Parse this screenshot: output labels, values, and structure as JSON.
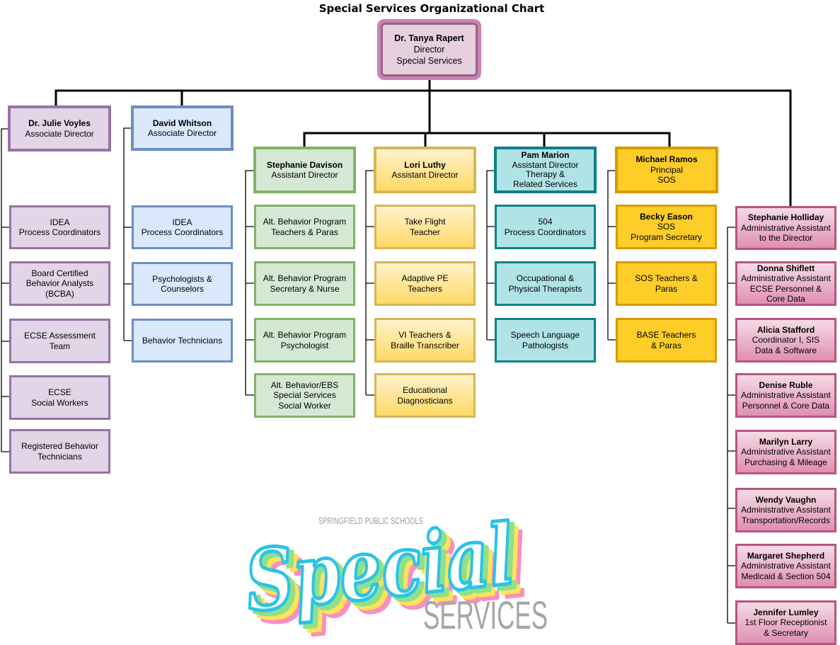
{
  "title": "Special Services Organizational Chart",
  "director": {
    "name": "Dr. Tanya Rapert",
    "lines": [
      "Director",
      "Special Services"
    ]
  },
  "associate_directors": [
    {
      "name": "Dr. Julie Voyles",
      "role": "Associate Director",
      "reports": [
        "IDEA\nProcess Coordinators",
        "Board Certified\nBehavior Analysts\n(BCBA)",
        "ECSE Assessment\nTeam",
        "ECSE\nSocial Workers",
        "Registered Behavior\nTechnicians"
      ]
    },
    {
      "name": "David Whitson",
      "role": "Associate Director",
      "reports": [
        "IDEA\nProcess Coordinators",
        "Psychologists &\nCounselors",
        "Behavior Technicians"
      ]
    }
  ],
  "assistant_directors": [
    {
      "name": "Stephanie Davison",
      "lines": [
        "Assistant Director"
      ],
      "reports": [
        "Alt. Behavior Program\nTeachers & Paras",
        "Alt. Behavior Program\nSecretary & Nurse",
        "Alt. Behavior Program\nPsychologist",
        "Alt. Behavior/EBS\nSpecial Services\nSocial Worker"
      ]
    },
    {
      "name": "Lori Luthy",
      "lines": [
        "Assistant Director"
      ],
      "reports": [
        "Take Flight\nTeacher",
        "Adaptive PE\nTeachers",
        "VI Teachers &\nBraille Transcriber",
        "Educational\nDiagnosticians"
      ]
    },
    {
      "name": "Pam Marion",
      "lines": [
        "Assistant Director",
        "Therapy &",
        "Related Services"
      ],
      "reports": [
        "504\nProcess Coordinators",
        "Occupational &\nPhysical Therapists",
        "Speech Language\nPathologists"
      ]
    },
    {
      "name": "Michael Ramos",
      "lines": [
        "Principal",
        "SOS"
      ],
      "reports": [
        {
          "name": "Becky Eason",
          "lines": [
            "SOS",
            "Program Secretary"
          ]
        },
        "SOS Teachers &\nParas",
        "BASE Teachers\n& Paras"
      ]
    }
  ],
  "admin_staff": [
    {
      "name": "Stephanie Holliday",
      "lines": [
        "Administrative Assistant",
        "to the Director"
      ]
    },
    {
      "name": "Donna Shiflett",
      "lines": [
        "Administrative Assistant",
        "ECSE Personnel &",
        "Core Data"
      ]
    },
    {
      "name": "Alicia Stafford",
      "lines": [
        "Coordinator I, SIS",
        "Data & Software"
      ]
    },
    {
      "name": "Denise Ruble",
      "lines": [
        "Administrative Assistant",
        "Personnel & Core Data"
      ]
    },
    {
      "name": "Marilyn Larry",
      "lines": [
        "Administrative Assistant",
        "Purchasing & Mileage"
      ]
    },
    {
      "name": "Wendy Vaughn",
      "lines": [
        "Administrative Assistant",
        "Transportation/Records"
      ]
    },
    {
      "name": "Margaret Shepherd",
      "lines": [
        "Administrative Assistant",
        "Medicaid & Section 504"
      ]
    },
    {
      "name": "Jennifer Lumley",
      "lines": [
        "1st Floor Receptionist",
        "& Secretary"
      ]
    }
  ],
  "logo": {
    "top_text": "SPRINGFIELD PUBLIC SCHOOLS",
    "script_text": "Special",
    "bottom_text": "SERVICES"
  }
}
